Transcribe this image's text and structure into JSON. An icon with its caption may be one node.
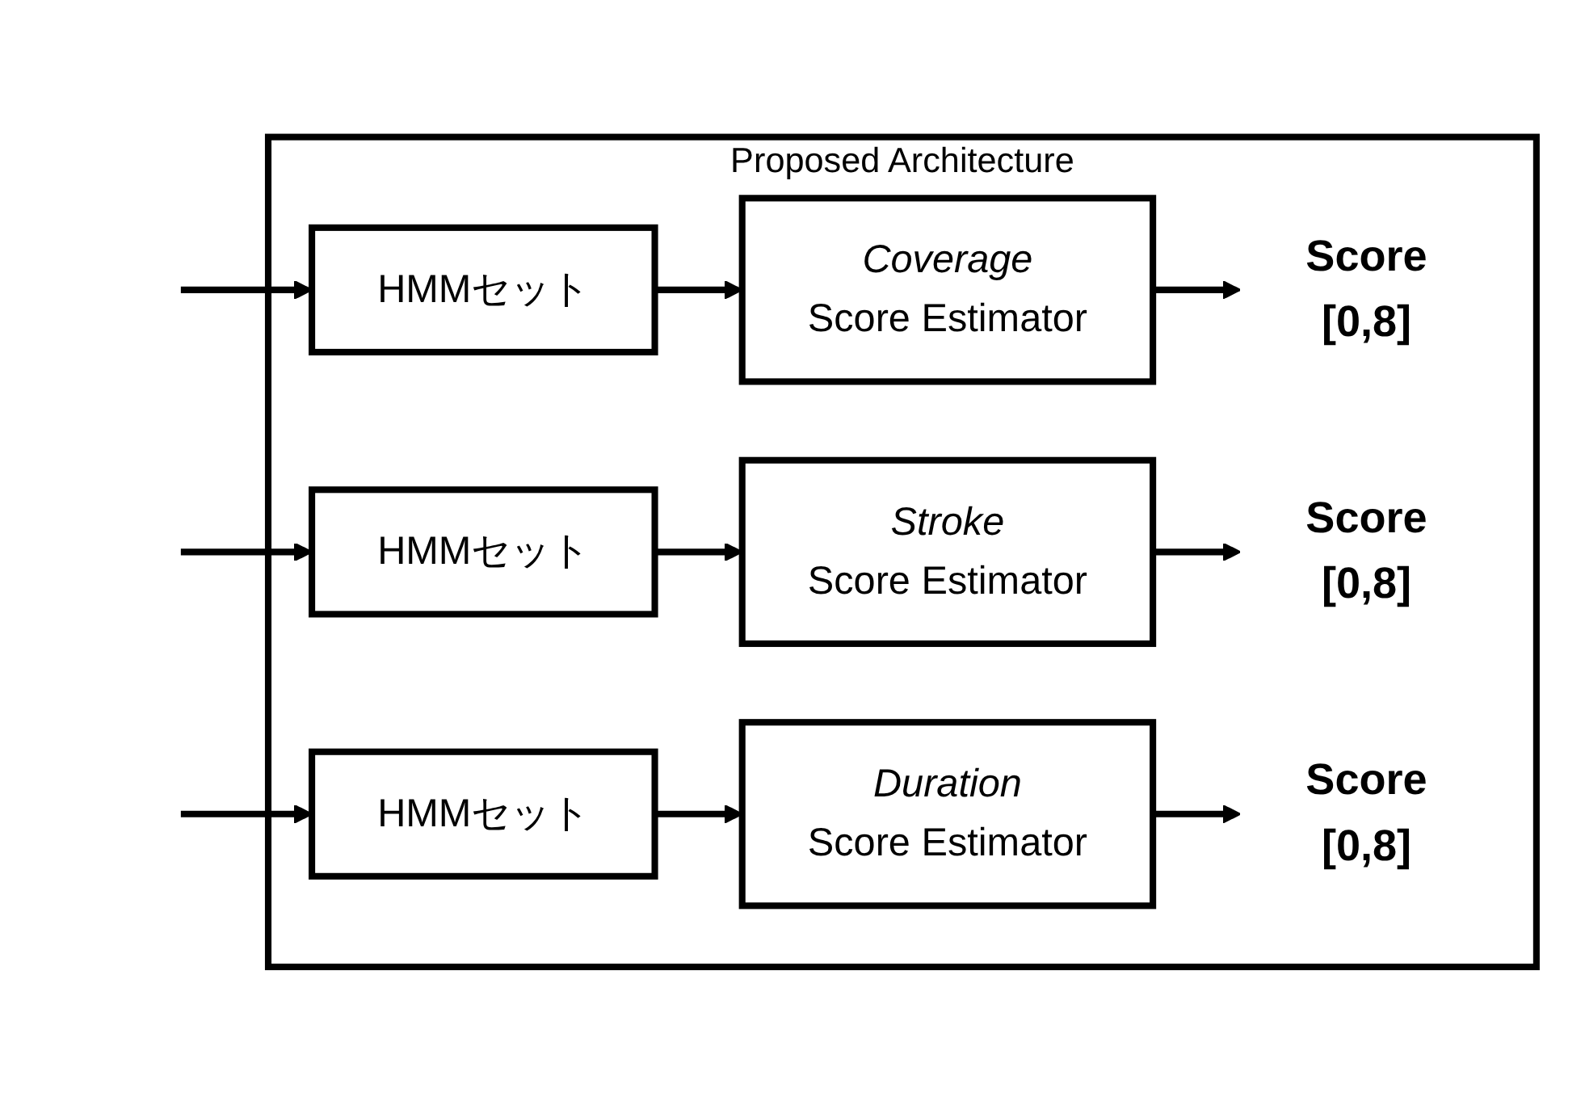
{
  "diagram": {
    "nodes": [
      {
        "text": [
          "Proposed Architecture"
        ]
      },
      {
        "text": [
          "HMMセット"
        ],
        "in": 0
      },
      {
        "text": [
          "Coverage",
          "Score Estimator"
        ],
        "in": 0
      },
      {
        "text": [
          "Score",
          "[0,8]"
        ],
        "in": 0
      },
      {
        "text": [
          "HMMセット"
        ],
        "in": 0
      },
      {
        "text": [
          "Stroke",
          "Score Estimator"
        ],
        "in": 0
      },
      {
        "text": [
          "Score",
          "[0,8]"
        ],
        "in": 0
      },
      {
        "text": [
          "HMMセット"
        ],
        "in": 0
      },
      {
        "text": [
          "Duration",
          "Score Estimator"
        ],
        "in": 0
      },
      {
        "text": [
          "Score",
          "[0,8]"
        ],
        "in": 0
      }
    ],
    "edges": [
      {
        "from": null,
        "to": 1,
        "arrow": "to"
      },
      {
        "from": 1,
        "to": 2,
        "arrow": "to"
      },
      {
        "from": 2,
        "to": 3,
        "arrow": "to"
      },
      {
        "from": null,
        "to": 4,
        "arrow": "to"
      },
      {
        "from": 4,
        "to": 5,
        "arrow": "to"
      },
      {
        "from": 5,
        "to": 6,
        "arrow": "to"
      },
      {
        "from": null,
        "to": 7,
        "arrow": "to"
      },
      {
        "from": 7,
        "to": 8,
        "arrow": "to"
      },
      {
        "from": 8,
        "to": 9,
        "arrow": "to"
      }
    ]
  }
}
